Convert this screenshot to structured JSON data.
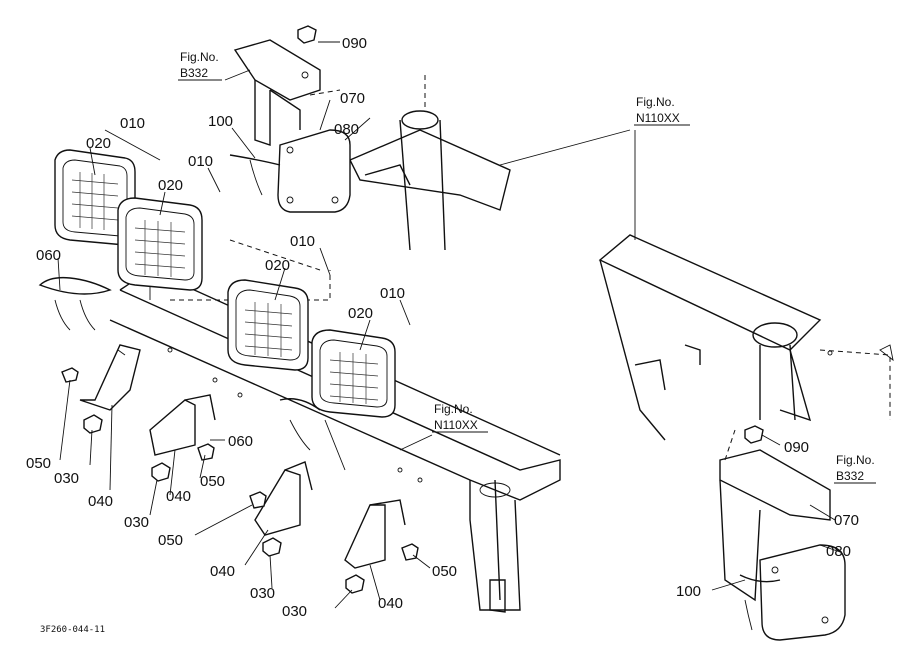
{
  "fig_refs": {
    "b332_top": {
      "line1": "Fig.No.",
      "line2": "B332"
    },
    "n110xx_top": {
      "line1": "Fig.No.",
      "line2": "N110XX"
    },
    "n110xx_mid": {
      "line1": "Fig.No.",
      "line2": "N110XX"
    },
    "b332_right": {
      "line1": "Fig.No.",
      "line2": "B332"
    }
  },
  "part_labels": {
    "p090_top": "090",
    "p070_top": "070",
    "p080_top": "080",
    "p100_top": "100",
    "p010_a": "010",
    "p020_a": "020",
    "p010_b": "010",
    "p020_b": "020",
    "p010_c": "010",
    "p020_c": "020",
    "p010_d": "010",
    "p020_d": "020",
    "p060_left": "060",
    "p060_mid": "060",
    "p050_a": "050",
    "p030_a": "030",
    "p040_a": "040",
    "p040_b": "040",
    "p050_b": "050",
    "p030_b": "030",
    "p050_c": "050",
    "p040_c": "040",
    "p030_c": "030",
    "p050_d": "050",
    "p030_d": "030",
    "p040_d": "040",
    "p090_right": "090",
    "p070_right": "070",
    "p080_right": "080",
    "p100_right": "100"
  },
  "drawing_code": "3F260-044-11"
}
